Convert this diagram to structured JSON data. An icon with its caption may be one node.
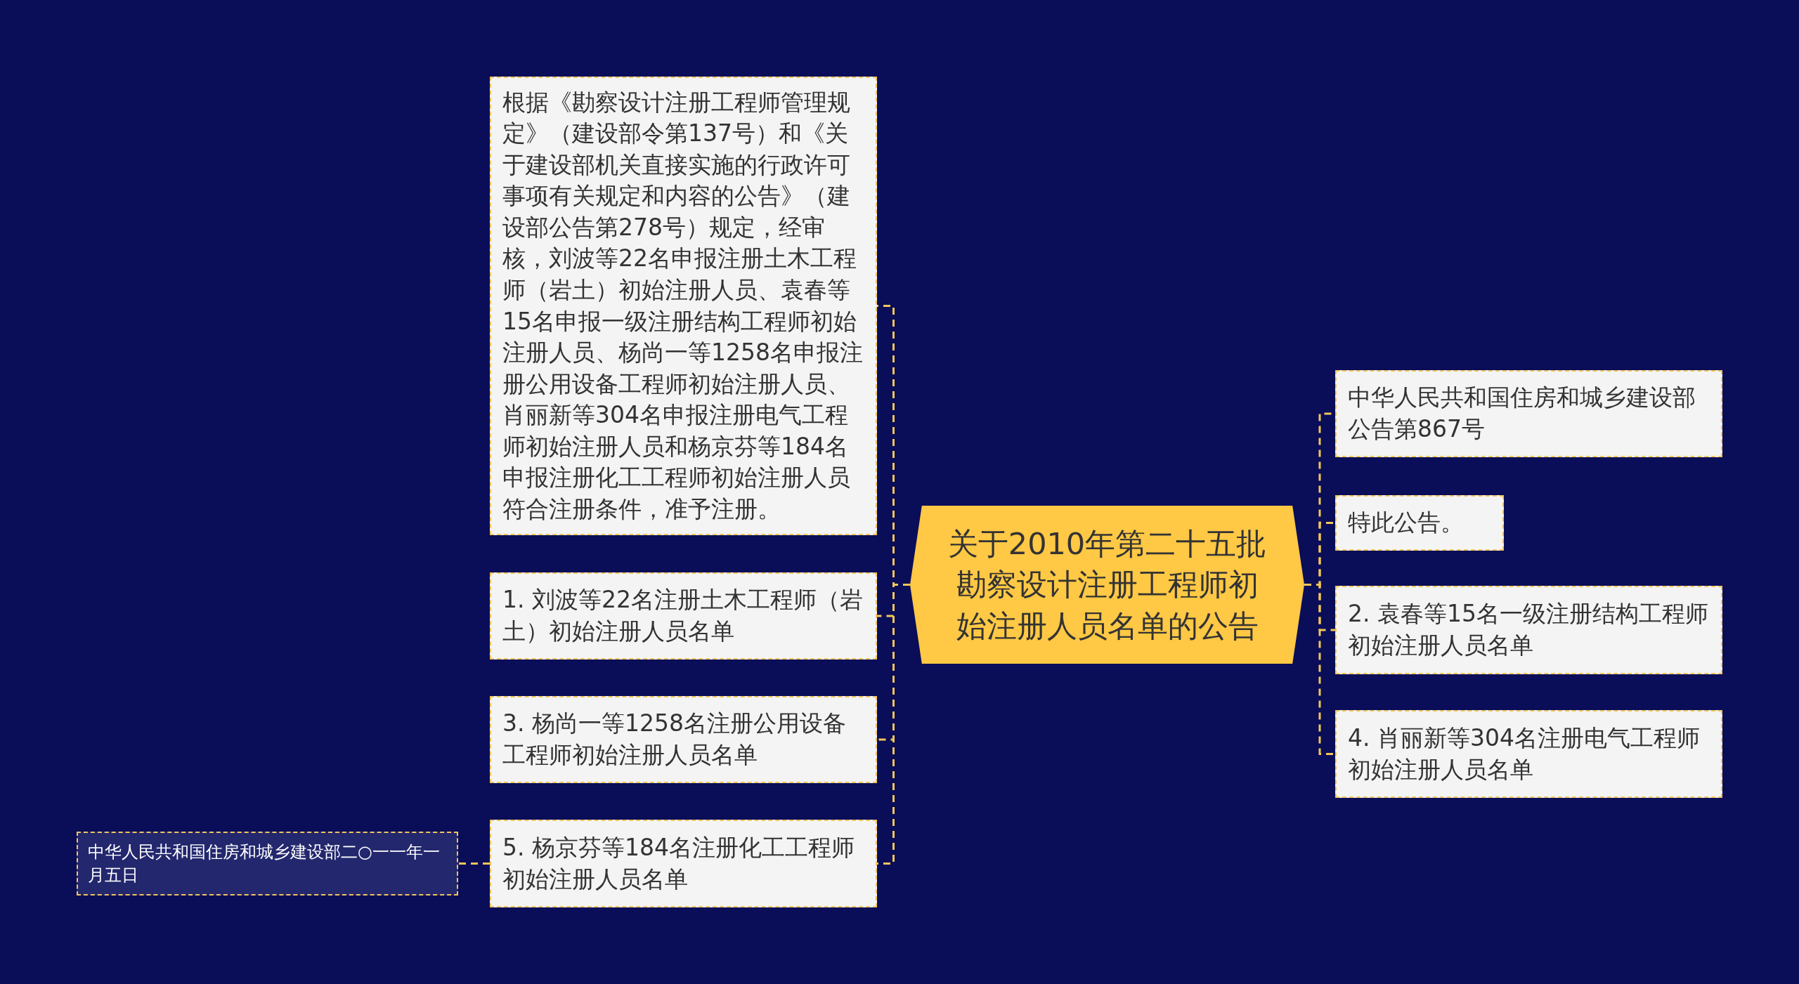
{
  "diagram": {
    "nodes": [
      {
        "text": [
          "关于2010年第二十五批勘察设计注册工程师初始注册人员名单的公告"
        ]
      },
      {
        "text": [
          "根据《勘察设计注册工程师管理规定》（建设部令第137号）和《关于建设部机关直接实施的行政许可事项有关规定和内容的公告》（建设部公告第278号）规定，经审核，刘波等22名申报注册土木工程师（岩土）初始注册人员、袁春等15名申报一级注册结构工程师初始注册人员、杨尚一等1258名申报注册公用设备工程师初始注册人员、肖丽新等304名申报注册电气工程师初始注册人员和杨京芬等184名申报注册化工工程师初始注册人员符合注册条件，准予注册。"
        ]
      },
      {
        "text": [
          "1. 刘波等22名注册土木工程师（岩土）初始注册人员名单"
        ]
      },
      {
        "text": [
          "3. 杨尚一等1258名注册公用设备工程师初始注册人员名单"
        ]
      },
      {
        "text": [
          "5. 杨京芬等184名注册化工工程师初始注册人员名单"
        ]
      },
      {
        "text": [
          "中华人民共和国住房和城乡建设部二○一一年一月五日"
        ]
      },
      {
        "text": [
          "中华人民共和国住房和城乡建设部公告第867号"
        ]
      },
      {
        "text": [
          "特此公告。"
        ]
      },
      {
        "text": [
          "2. 袁春等15名一级注册结构工程师初始注册人员名单"
        ]
      },
      {
        "text": [
          "4. 肖丽新等304名注册电气工程师初始注册人员名单"
        ]
      }
    ],
    "edges": [
      {
        "from": 0,
        "to": 1,
        "arrow": "none"
      },
      {
        "from": 0,
        "to": 2,
        "arrow": "none"
      },
      {
        "from": 0,
        "to": 3,
        "arrow": "none"
      },
      {
        "from": 0,
        "to": 4,
        "arrow": "none"
      },
      {
        "from": 4,
        "to": 5,
        "arrow": "none"
      },
      {
        "from": 0,
        "to": 6,
        "arrow": "none"
      },
      {
        "from": 0,
        "to": 7,
        "arrow": "none"
      },
      {
        "from": 0,
        "to": 8,
        "arrow": "none"
      },
      {
        "from": 0,
        "to": 9,
        "arrow": "none"
      }
    ]
  }
}
